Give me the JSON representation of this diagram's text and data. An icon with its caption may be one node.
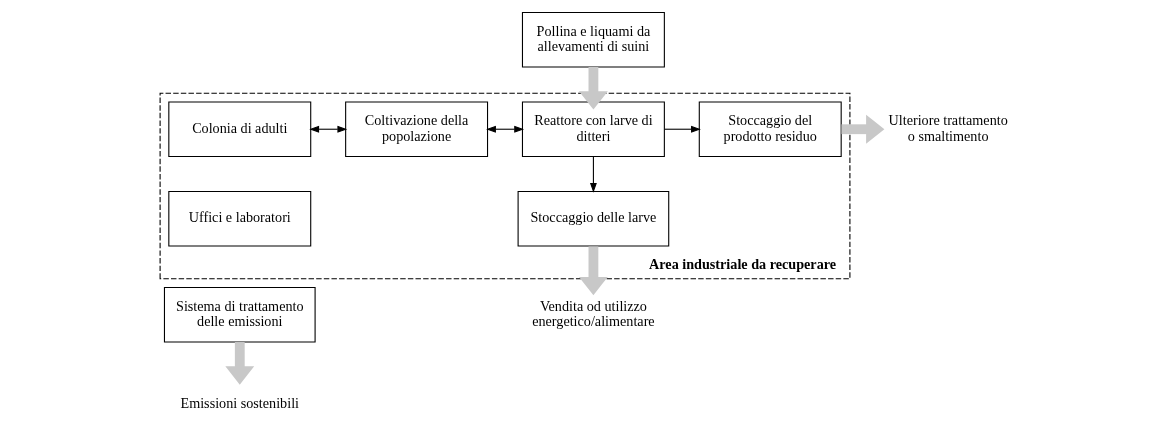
{
  "diagram": {
    "nodes": [
      {
        "text": [
          "Pollina e liquami da allevamenti di suini"
        ]
      },
      {
        "text": [
          "Area industriale da recuperare"
        ]
      },
      {
        "text": [
          "Colonia di adulti"
        ],
        "in": 1
      },
      {
        "text": [
          "Coltivazione della popolazione"
        ],
        "in": 1
      },
      {
        "text": [
          "Reattore con larve di ditteri"
        ],
        "in": 1
      },
      {
        "text": [
          "Stoccaggio del prodotto residuo"
        ],
        "in": 1
      },
      {
        "text": [
          "Uffici e laboratori"
        ],
        "in": 1
      },
      {
        "text": [
          "Stoccaggio delle larve"
        ],
        "in": 1
      },
      {
        "text": [
          "Sistema di trattamento delle emissioni"
        ]
      },
      {
        "text": [
          "Ulteriore trattamento o smaltimento"
        ]
      },
      {
        "text": [
          "Vendita od utilizzo energetico/alimentare"
        ]
      },
      {
        "text": [
          "Emissioni sostenibili"
        ]
      }
    ],
    "edges": [
      {
        "from": 0,
        "to": 4,
        "arrow": "to",
        "style": "thick",
        "color": "#c8c8c8"
      },
      {
        "from": 2,
        "to": 3,
        "arrow": "both",
        "color": "#000000"
      },
      {
        "from": 3,
        "to": 4,
        "arrow": "both",
        "color": "#000000"
      },
      {
        "from": 4,
        "to": 5,
        "arrow": "to",
        "color": "#000000"
      },
      {
        "from": 4,
        "to": 7,
        "arrow": "to",
        "color": "#000000"
      },
      {
        "from": 5,
        "to": 9,
        "arrow": "to",
        "style": "thick",
        "color": "#c8c8c8"
      },
      {
        "from": 7,
        "to": 10,
        "arrow": "to",
        "style": "thick",
        "color": "#c8c8c8"
      },
      {
        "from": 8,
        "to": 11,
        "arrow": "to",
        "style": "thick",
        "color": "#c8c8c8"
      }
    ]
  }
}
